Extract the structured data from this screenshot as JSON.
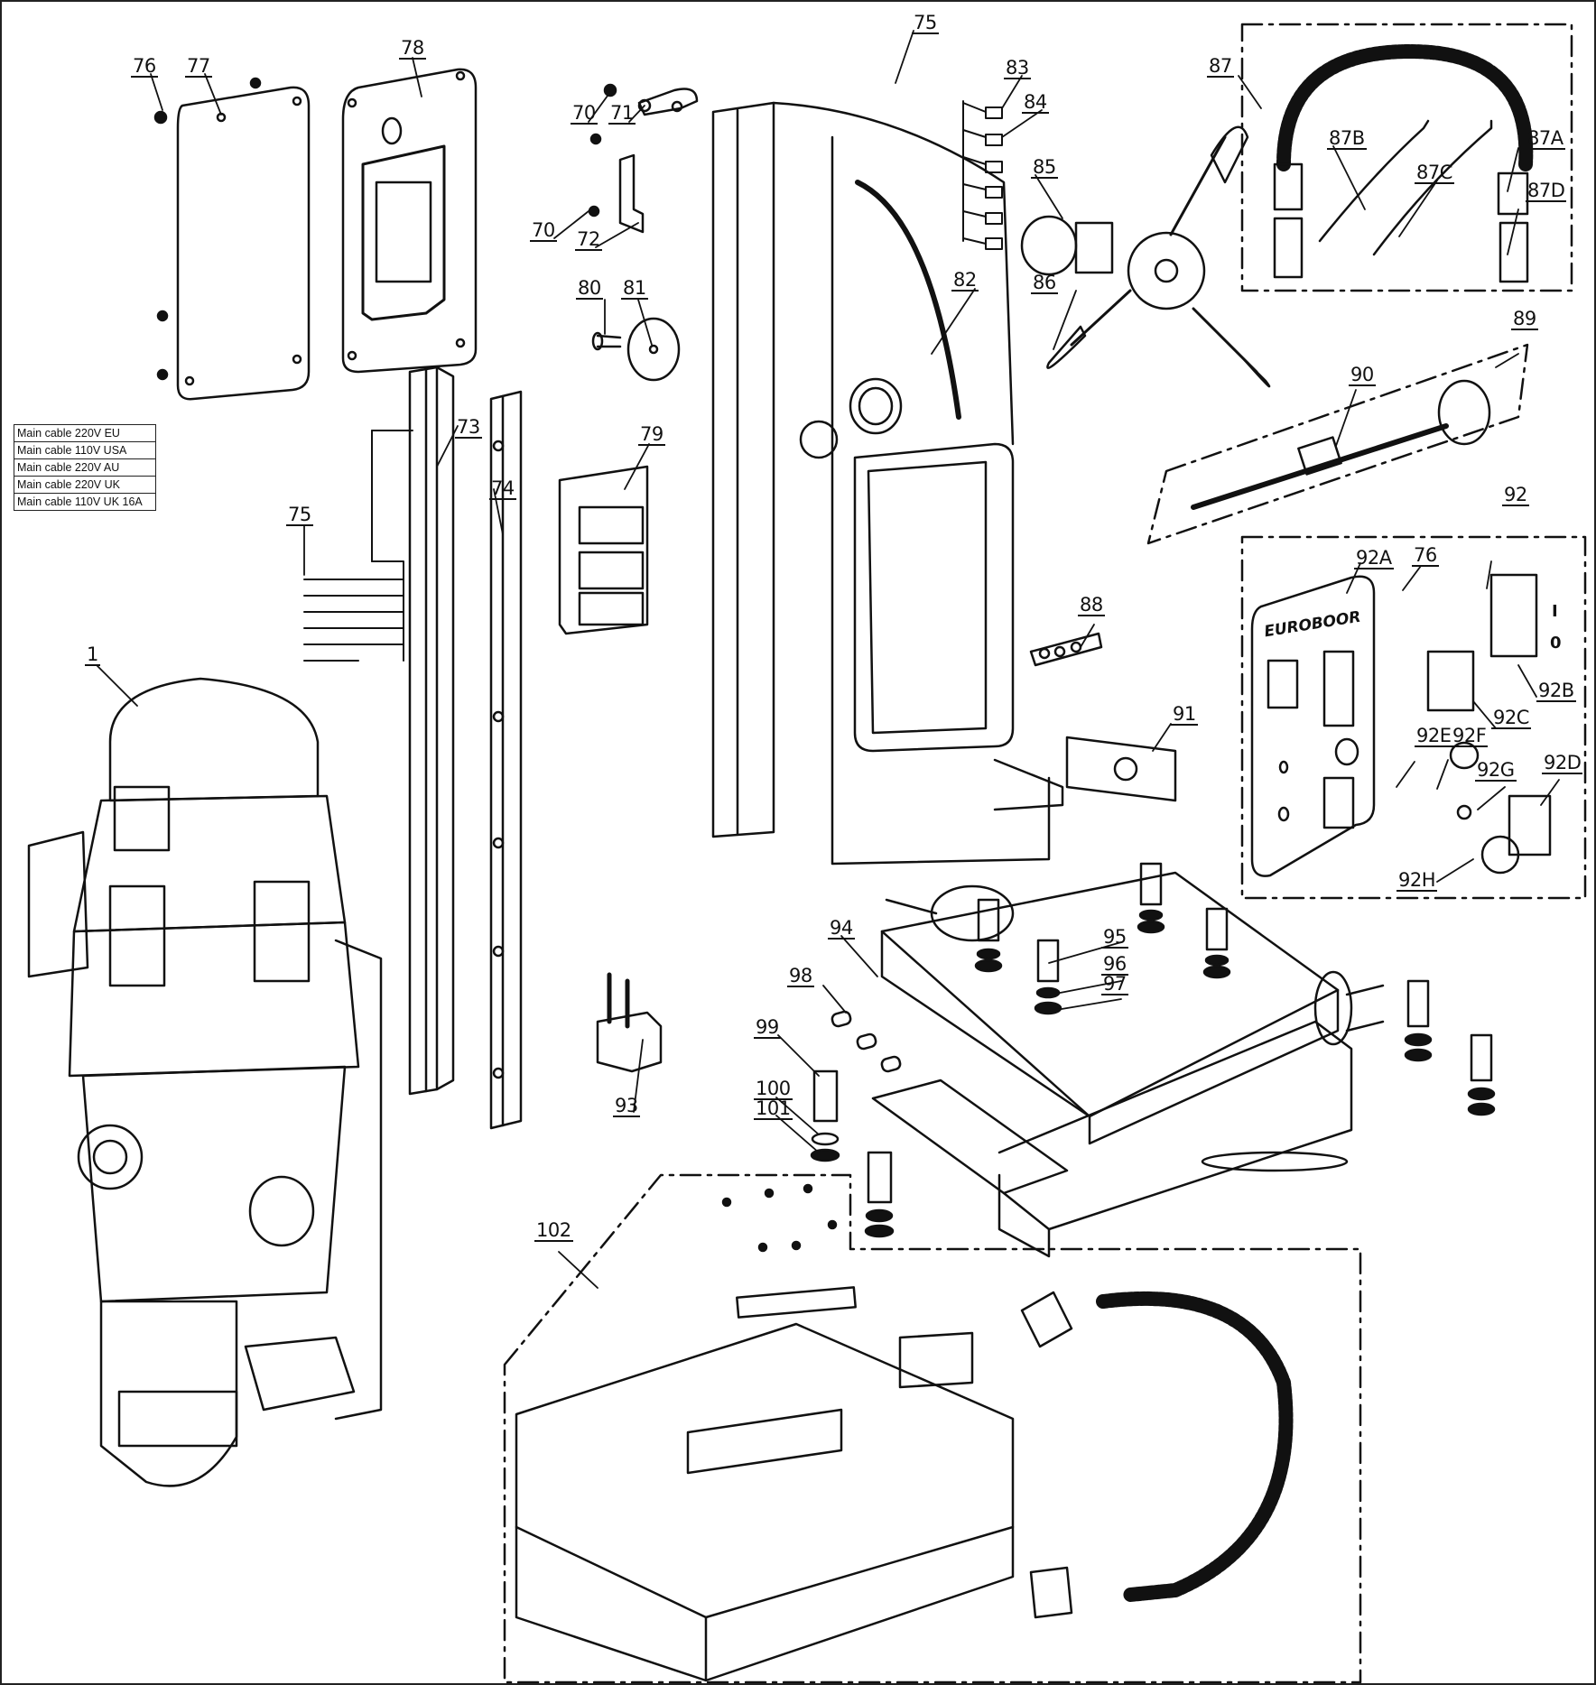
{
  "diagram": {
    "type": "exploded parts diagram",
    "brand_on_plate": "EUROBOOR",
    "switch_marks": {
      "on": "I",
      "off": "0"
    }
  },
  "cable_table": {
    "rows": [
      "Main cable 220V EU",
      "Main cable 110V USA",
      "Main cable 220V AU",
      "Main cable 220V UK",
      "Main cable 110V UK 16A"
    ]
  },
  "callouts": [
    {
      "id": "c76a",
      "text": "76"
    },
    {
      "id": "c77",
      "text": "77"
    },
    {
      "id": "c78",
      "text": "78"
    },
    {
      "id": "c70a",
      "text": "70"
    },
    {
      "id": "c71",
      "text": "71"
    },
    {
      "id": "c70b",
      "text": "70"
    },
    {
      "id": "c72",
      "text": "72"
    },
    {
      "id": "c75a",
      "text": "75"
    },
    {
      "id": "c83",
      "text": "83"
    },
    {
      "id": "c84",
      "text": "84"
    },
    {
      "id": "c85",
      "text": "85"
    },
    {
      "id": "c86",
      "text": "86"
    },
    {
      "id": "c87",
      "text": "87"
    },
    {
      "id": "c87A",
      "text": "87A"
    },
    {
      "id": "c87B",
      "text": "87B"
    },
    {
      "id": "c87C",
      "text": "87C"
    },
    {
      "id": "c87D",
      "text": "87D"
    },
    {
      "id": "c80",
      "text": "80"
    },
    {
      "id": "c81",
      "text": "81"
    },
    {
      "id": "c82",
      "text": "82"
    },
    {
      "id": "c89",
      "text": "89"
    },
    {
      "id": "c90",
      "text": "90"
    },
    {
      "id": "c73",
      "text": "73"
    },
    {
      "id": "c74",
      "text": "74"
    },
    {
      "id": "c79",
      "text": "79"
    },
    {
      "id": "c75b",
      "text": "75"
    },
    {
      "id": "c92",
      "text": "92"
    },
    {
      "id": "c92A",
      "text": "92A"
    },
    {
      "id": "c76b",
      "text": "76"
    },
    {
      "id": "c92B",
      "text": "92B"
    },
    {
      "id": "c92C",
      "text": "92C"
    },
    {
      "id": "c92E",
      "text": "92E"
    },
    {
      "id": "c92F",
      "text": "92F"
    },
    {
      "id": "c92G",
      "text": "92G"
    },
    {
      "id": "c92D",
      "text": "92D"
    },
    {
      "id": "c92H",
      "text": "92H"
    },
    {
      "id": "c88",
      "text": "88"
    },
    {
      "id": "c91",
      "text": "91"
    },
    {
      "id": "c1",
      "text": "1"
    },
    {
      "id": "c94",
      "text": "94"
    },
    {
      "id": "c95",
      "text": "95"
    },
    {
      "id": "c96",
      "text": "96"
    },
    {
      "id": "c97",
      "text": "97"
    },
    {
      "id": "c98",
      "text": "98"
    },
    {
      "id": "c99",
      "text": "99"
    },
    {
      "id": "c100",
      "text": "100"
    },
    {
      "id": "c101",
      "text": "101"
    },
    {
      "id": "c93",
      "text": "93"
    },
    {
      "id": "c102",
      "text": "102"
    }
  ]
}
